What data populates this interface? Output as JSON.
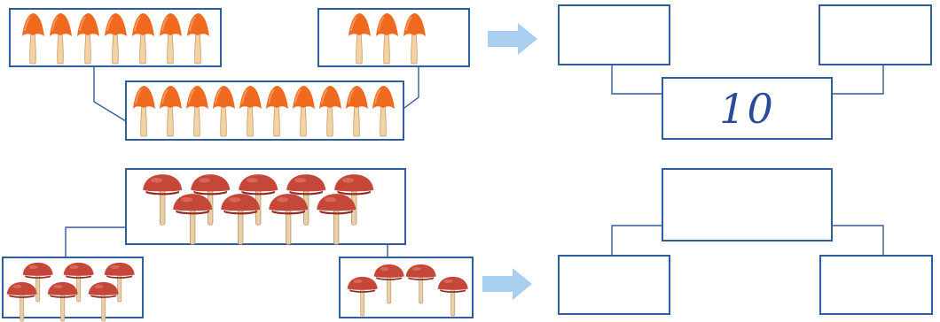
{
  "diagram": {
    "border_color": "#2f5e9e",
    "orange_mushroom_color": "#ef6a1e",
    "red_mushroom_color": "#c5473a",
    "arrow_color": "#a9cff0",
    "top_part_a_count": 7,
    "top_part_b_count": 3,
    "top_whole_count": 10,
    "bottom_whole_count": 9,
    "bottom_part_a_count": 6,
    "bottom_part_b_count": 4,
    "answer_top_whole": "10",
    "answer_top_part_a": "",
    "answer_top_part_b": "",
    "answer_bottom_whole": "",
    "answer_bottom_part_a": "",
    "answer_bottom_part_b": ""
  }
}
